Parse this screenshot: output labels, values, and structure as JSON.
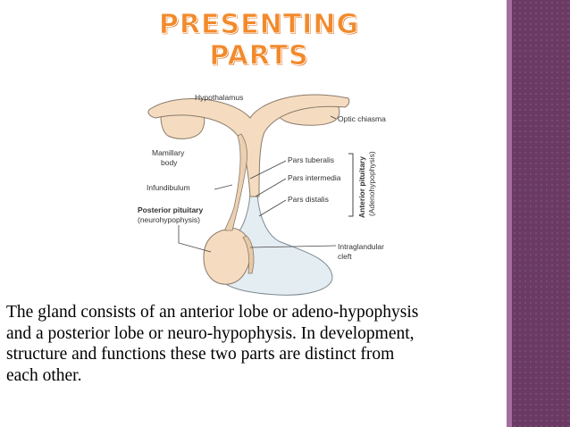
{
  "slide": {
    "title": "PRESENTING PARTS",
    "body_lines": [
      "The gland consists of an anterior lobe or adeno-hypophysis",
      "and a posterior lobe or neuro-hypophysis. In development,",
      "structure and functions these two parts are distinct from",
      "each other."
    ]
  },
  "diagram": {
    "labels": {
      "hypothalamus": "Hypothalamus",
      "optic_chiasma": "Optic chiasma",
      "mamillary_1": "Mamillary",
      "mamillary_2": "body",
      "infundibulum": "Infundibulum",
      "posterior_1": "Posterior pituitary",
      "posterior_2": "(neurohypophysis)",
      "pars_tuberalis": "Pars tuberalis",
      "pars_intermedia": "Pars intermedia",
      "pars_distalis": "Pars distalis",
      "intraglandular_1": "Intraglandular",
      "intraglandular_2": "cleft",
      "anterior_1": "Anterior pituitary",
      "anterior_2": "(Adenohypophysis)"
    }
  },
  "colors": {
    "title_orange": "#f28a2c",
    "sidebar_purple": "#6a3a64",
    "tissue_tan": "#f5dcc0",
    "gland_blue": "#e4edf2"
  }
}
